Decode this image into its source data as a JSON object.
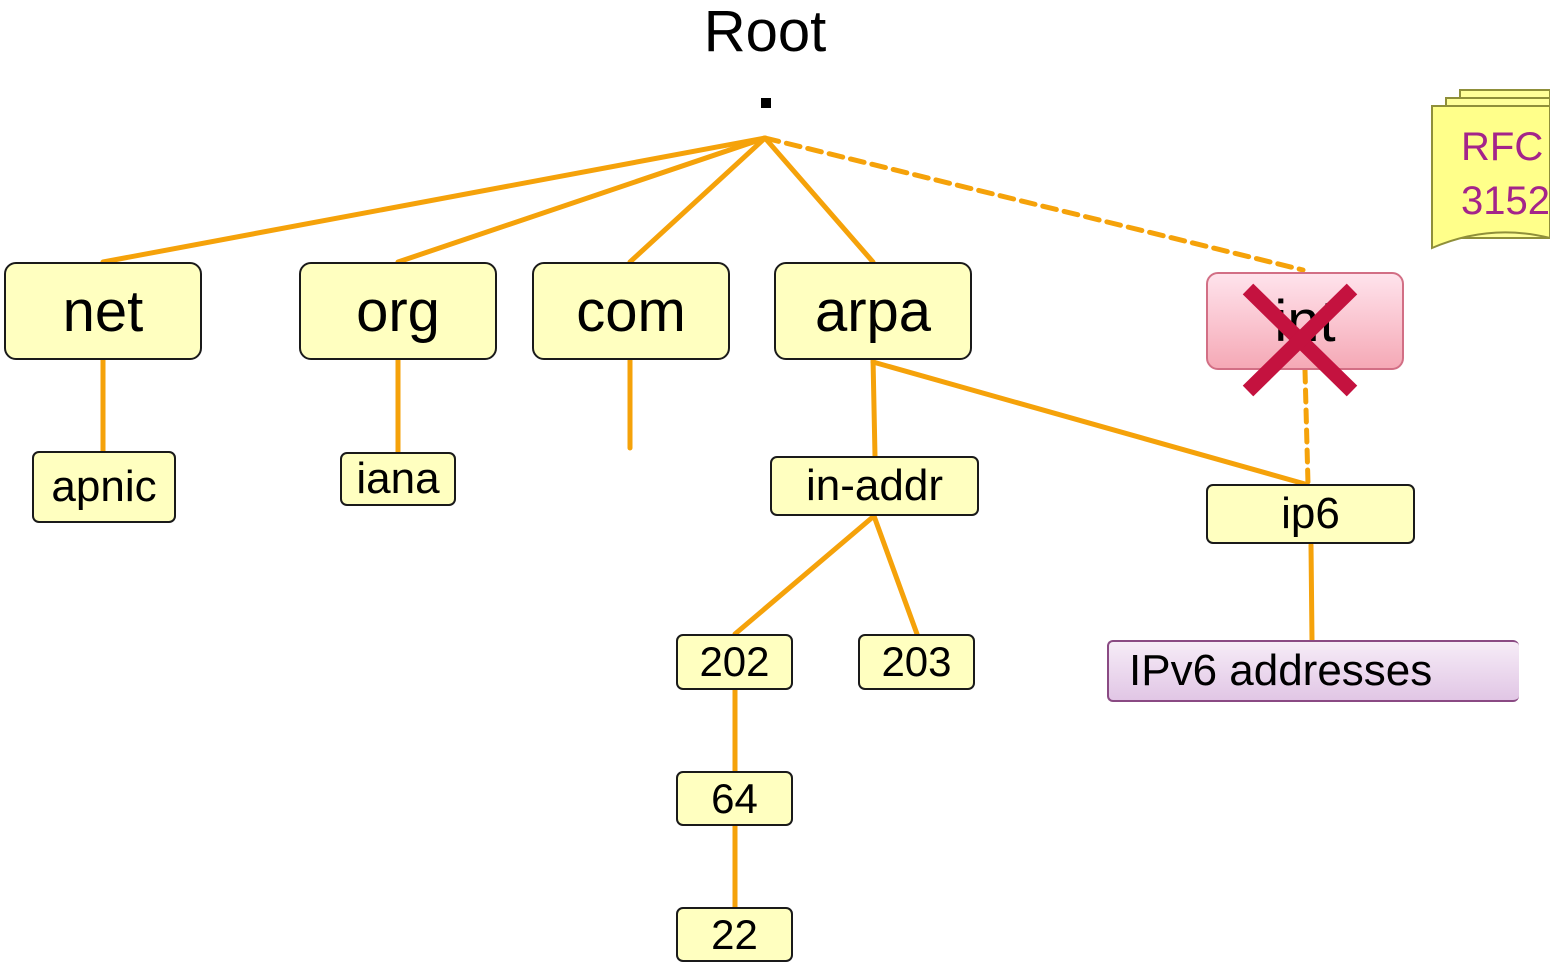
{
  "diagram": {
    "root": {
      "label": "Root",
      "dot": "."
    },
    "nodes": {
      "net": "net",
      "org": "org",
      "com": "com",
      "arpa": "arpa",
      "int": "int",
      "apnic": "apnic",
      "iana": "iana",
      "in_addr": "in-addr",
      "ip6": "ip6",
      "n202": "202",
      "n203": "203",
      "n64": "64",
      "n22": "22",
      "ipv6_addresses": "IPv6 addresses"
    },
    "rfc_note": "RFC\n3152",
    "colors": {
      "line": "#f5a20a",
      "node_fill": "#ffffc0",
      "node_border": "#1a1a1a",
      "int_fill": "#f7b8c4",
      "cross": "#c4123f",
      "rfc_text": "#a4248a",
      "rfc_fill": "#ffff99",
      "ipv6_fill": "#e6cfe8"
    },
    "icons": {
      "deprecated_marker": "cross-icon",
      "rfc_document": "document-stack-icon"
    }
  }
}
